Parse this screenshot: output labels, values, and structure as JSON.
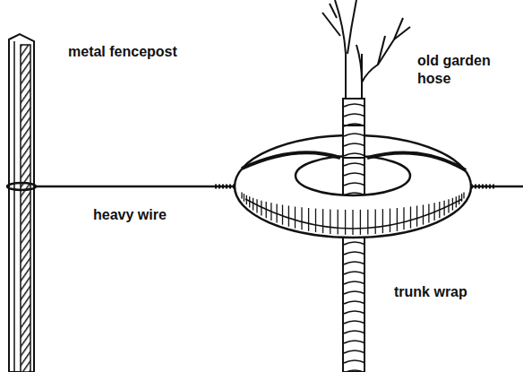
{
  "diagram": {
    "labels": [
      "metal fencepost",
      "old garden hose",
      "heavy wire",
      "trunk wrap"
    ]
  }
}
